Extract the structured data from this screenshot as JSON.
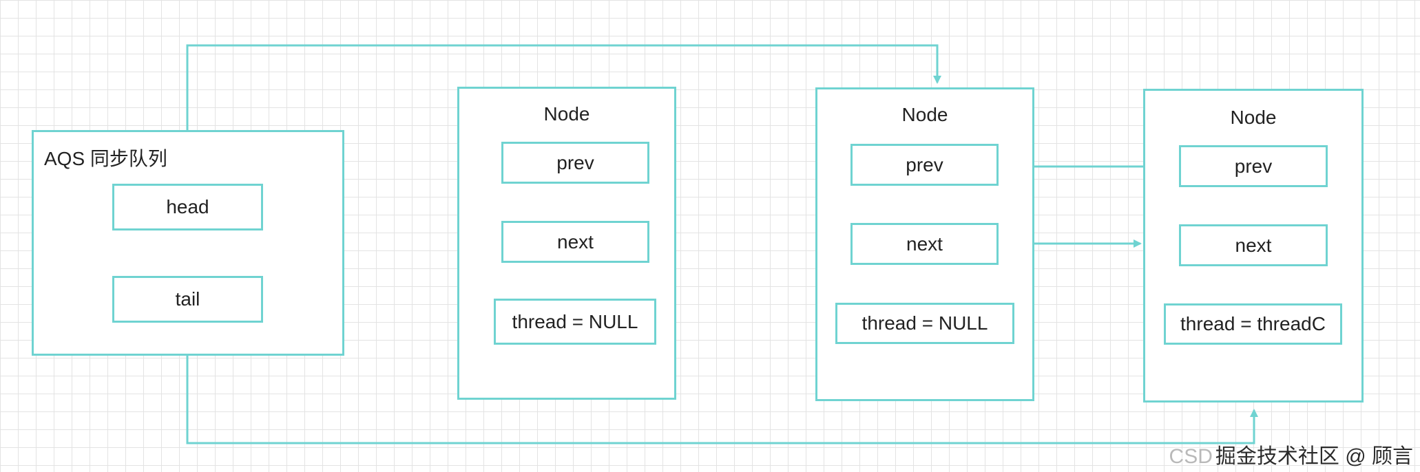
{
  "diagram": {
    "aqs": {
      "title": "AQS 同步队列",
      "head_label": "head",
      "tail_label": "tail"
    },
    "nodes": [
      {
        "title": "Node",
        "prev": "prev",
        "next": "next",
        "thread": "thread = NULL"
      },
      {
        "title": "Node",
        "prev": "prev",
        "next": "next",
        "thread": "thread = NULL"
      },
      {
        "title": "Node",
        "prev": "prev",
        "next": "next",
        "thread": "thread = threadC"
      }
    ],
    "colors": {
      "border": "#6fd3d1",
      "arrow": "#6fd3d1",
      "grid": "#e3e3e3"
    }
  },
  "watermark": {
    "prefix": "CSD",
    "text": "掘金技术社区 @ 顾言"
  }
}
